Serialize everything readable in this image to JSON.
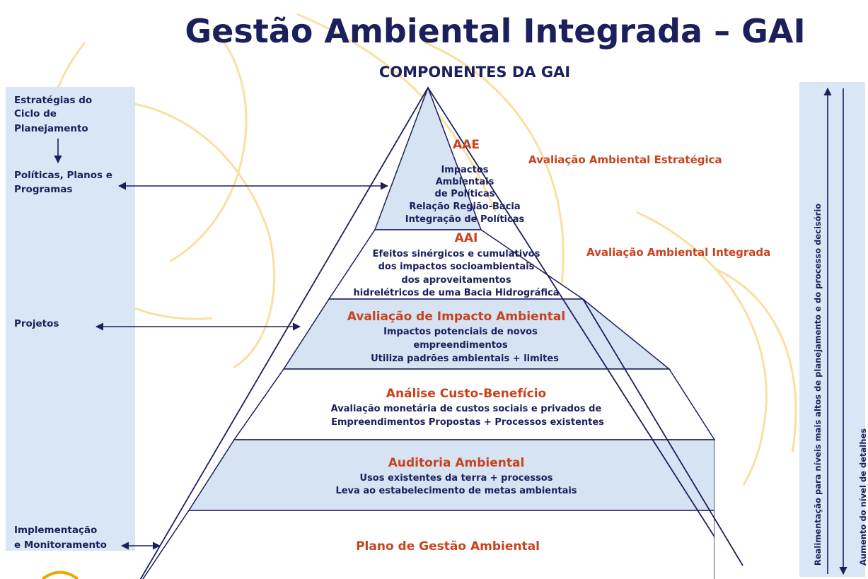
{
  "title": "Gestão Ambiental Integrada – GAI",
  "subtitle": "COMPONENTES DA GAI",
  "colors": {
    "navy": "#1b1f5c",
    "red": "#c8421e",
    "panel": "#d9e6f5",
    "band": "#d6e3f3",
    "swirl": "#f6d98a"
  },
  "left_panel": {
    "strategies": [
      "Estratégias do",
      "Ciclo de",
      "Planejamento"
    ],
    "policies": [
      "Políticas, Planos e",
      "Programas"
    ],
    "projects": "Projetos",
    "implementation": [
      "Implementação",
      "e Monitoramento"
    ]
  },
  "pyramid": {
    "aae": {
      "title": "AAE",
      "lines": [
        "Impactos",
        "Ambientais",
        "de Políticas",
        "Relação Região-Bacia",
        "Integração de Políticas"
      ],
      "side_label": "Avaliação Ambiental Estratégica"
    },
    "aai": {
      "title": "AAI",
      "lines": [
        "Efeitos sinérgicos e cumulativos",
        "dos impactos socioambientais",
        "dos aproveitamentos",
        "hidrelétricos de uma Bacia Hidrográfica"
      ],
      "side_label": "Avaliação Ambiental Integrada"
    },
    "aia": {
      "title": "Avaliação de Impacto Ambiental",
      "lines": [
        "Impactos potenciais de novos",
        "empreendimentos",
        "Utiliza padrões ambientais + limites"
      ]
    },
    "acb": {
      "title": "Análise Custo-Benefício",
      "lines": [
        "Avaliação monetária de custos sociais e privados de",
        "Empreendimentos Propostas + Processos existentes"
      ]
    },
    "audit": {
      "title": "Auditoria Ambiental",
      "lines": [
        "Usos existentes da terra + processos",
        "Leva ao estabelecimento de metas ambientais"
      ]
    },
    "plan": {
      "title": "Plano de Gestão Ambiental"
    }
  },
  "right_panel": {
    "feedback": "Realimentação para níveis mais altos de planejamento e do processo decisório",
    "detail": "Aumento do nível de detalhes"
  }
}
